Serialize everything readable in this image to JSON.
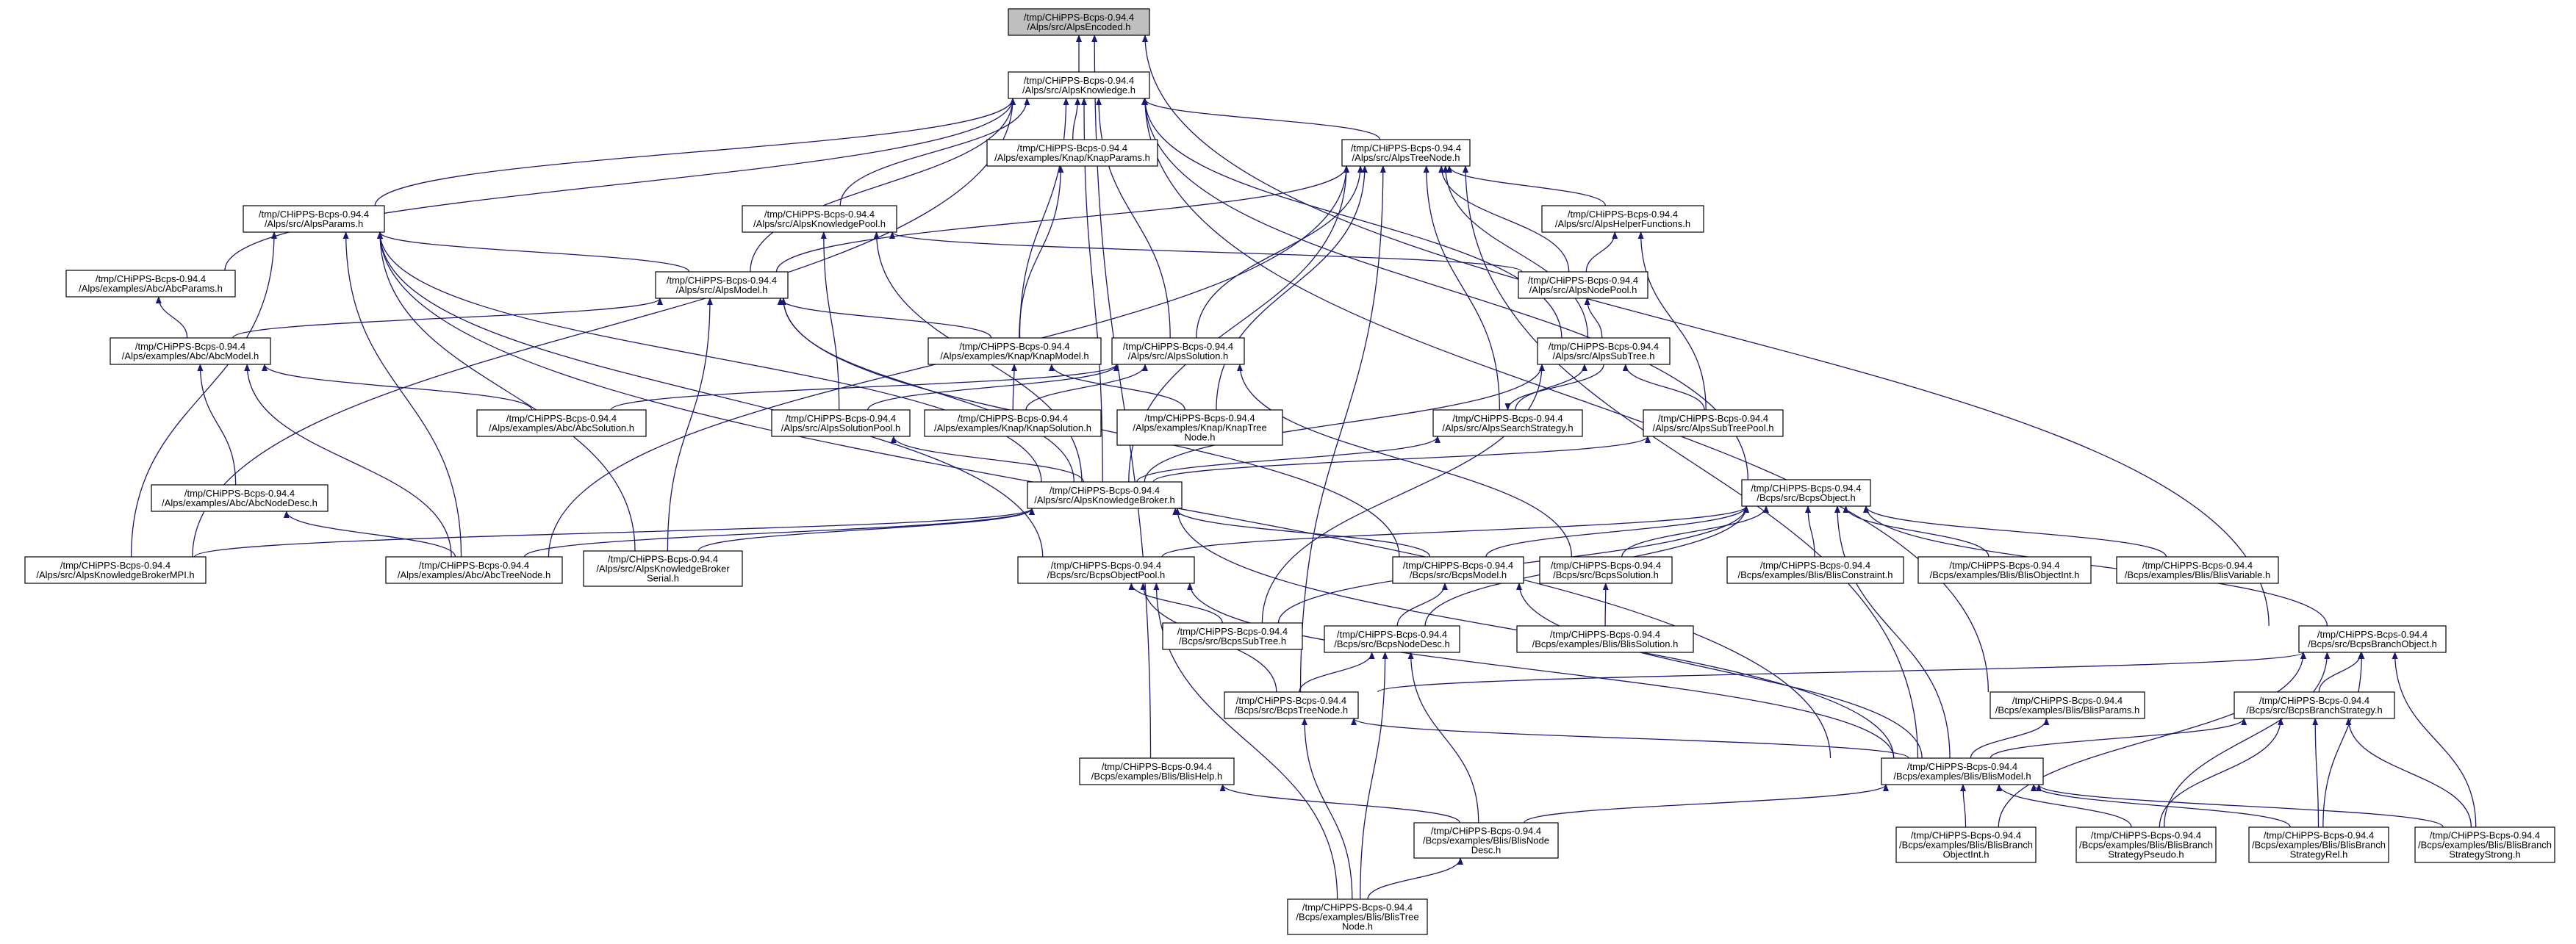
{
  "colors": {
    "edge": "#191970",
    "root_fill": "#bfbfbf",
    "node_fill": "#ffffff",
    "border": "#000000"
  },
  "nodes": [
    {
      "id": "AlpsEncoded",
      "lines": [
        "/tmp/CHiPPS-Bcps-0.94.4",
        "/Alps/src/AlpsEncoded.h"
      ],
      "root": true
    },
    {
      "id": "AlpsKnowledge",
      "lines": [
        "/tmp/CHiPPS-Bcps-0.94.4",
        "/Alps/src/AlpsKnowledge.h"
      ]
    },
    {
      "id": "KnapParams",
      "lines": [
        "/tmp/CHiPPS-Bcps-0.94.4",
        "/Alps/examples/Knap/KnapParams.h"
      ]
    },
    {
      "id": "AlpsTreeNode",
      "lines": [
        "/tmp/CHiPPS-Bcps-0.94.4",
        "/Alps/src/AlpsTreeNode.h"
      ]
    },
    {
      "id": "AlpsParams",
      "lines": [
        "/tmp/CHiPPS-Bcps-0.94.4",
        "/Alps/src/AlpsParams.h"
      ]
    },
    {
      "id": "AlpsKnowledgePool",
      "lines": [
        "/tmp/CHiPPS-Bcps-0.94.4",
        "/Alps/src/AlpsKnowledgePool.h"
      ]
    },
    {
      "id": "AlpsHelperFunctions",
      "lines": [
        "/tmp/CHiPPS-Bcps-0.94.4",
        "/Alps/src/AlpsHelperFunctions.h"
      ]
    },
    {
      "id": "AbcParams",
      "lines": [
        "/tmp/CHiPPS-Bcps-0.94.4",
        "/Alps/examples/Abc/AbcParams.h"
      ]
    },
    {
      "id": "AlpsModel",
      "lines": [
        "/tmp/CHiPPS-Bcps-0.94.4",
        "/Alps/src/AlpsModel.h"
      ]
    },
    {
      "id": "AlpsNodePool",
      "lines": [
        "/tmp/CHiPPS-Bcps-0.94.4",
        "/Alps/src/AlpsNodePool.h"
      ]
    },
    {
      "id": "AbcModel",
      "lines": [
        "/tmp/CHiPPS-Bcps-0.94.4",
        "/Alps/examples/Abc/AbcModel.h"
      ]
    },
    {
      "id": "KnapModel",
      "lines": [
        "/tmp/CHiPPS-Bcps-0.94.4",
        "/Alps/examples/Knap/KnapModel.h"
      ]
    },
    {
      "id": "AlpsSolution",
      "lines": [
        "/tmp/CHiPPS-Bcps-0.94.4",
        "/Alps/src/AlpsSolution.h"
      ]
    },
    {
      "id": "AlpsSubTree",
      "lines": [
        "/tmp/CHiPPS-Bcps-0.94.4",
        "/Alps/src/AlpsSubTree.h"
      ]
    },
    {
      "id": "AbcSolution",
      "lines": [
        "/tmp/CHiPPS-Bcps-0.94.4",
        "/Alps/examples/Abc/AbcSolution.h"
      ]
    },
    {
      "id": "AlpsSolutionPool",
      "lines": [
        "/tmp/CHiPPS-Bcps-0.94.4",
        "/Alps/src/AlpsSolutionPool.h"
      ]
    },
    {
      "id": "KnapSolution",
      "lines": [
        "/tmp/CHiPPS-Bcps-0.94.4",
        "/Alps/examples/Knap/KnapSolution.h"
      ]
    },
    {
      "id": "KnapTreeNode",
      "lines": [
        "/tmp/CHiPPS-Bcps-0.94.4",
        "/Alps/examples/Knap/KnapTree",
        "Node.h"
      ]
    },
    {
      "id": "AlpsSearchStrategy",
      "lines": [
        "/tmp/CHiPPS-Bcps-0.94.4",
        "/Alps/src/AlpsSearchStrategy.h"
      ]
    },
    {
      "id": "AlpsSubTreePool",
      "lines": [
        "/tmp/CHiPPS-Bcps-0.94.4",
        "/Alps/src/AlpsSubTreePool.h"
      ]
    },
    {
      "id": "AbcNodeDesc",
      "lines": [
        "/tmp/CHiPPS-Bcps-0.94.4",
        "/Alps/examples/Abc/AbcNodeDesc.h"
      ]
    },
    {
      "id": "AlpsKnowledgeBroker",
      "lines": [
        "/tmp/CHiPPS-Bcps-0.94.4",
        "/Alps/src/AlpsKnowledgeBroker.h"
      ]
    },
    {
      "id": "BcpsObject",
      "lines": [
        "/tmp/CHiPPS-Bcps-0.94.4",
        "/Bcps/src/BcpsObject.h"
      ]
    },
    {
      "id": "AlpsKnowledgeBrokerMPI",
      "lines": [
        "/tmp/CHiPPS-Bcps-0.94.4",
        "/Alps/src/AlpsKnowledgeBrokerMPI.h"
      ]
    },
    {
      "id": "AbcTreeNode",
      "lines": [
        "/tmp/CHiPPS-Bcps-0.94.4",
        "/Alps/examples/Abc/AbcTreeNode.h"
      ]
    },
    {
      "id": "AlpsKnowledgeBrokerSerial",
      "lines": [
        "/tmp/CHiPPS-Bcps-0.94.4",
        "/Alps/src/AlpsKnowledgeBroker",
        "Serial.h"
      ]
    },
    {
      "id": "BcpsObjectPool",
      "lines": [
        "/tmp/CHiPPS-Bcps-0.94.4",
        "/Bcps/src/BcpsObjectPool.h"
      ]
    },
    {
      "id": "BcpsModel",
      "lines": [
        "/tmp/CHiPPS-Bcps-0.94.4",
        "/Bcps/src/BcpsModel.h"
      ]
    },
    {
      "id": "BcpsSolution",
      "lines": [
        "/tmp/CHiPPS-Bcps-0.94.4",
        "/Bcps/src/BcpsSolution.h"
      ]
    },
    {
      "id": "BlisConstraint",
      "lines": [
        "/tmp/CHiPPS-Bcps-0.94.4",
        "/Bcps/examples/Blis/BlisConstraint.h"
      ]
    },
    {
      "id": "BlisObjectInt",
      "lines": [
        "/tmp/CHiPPS-Bcps-0.94.4",
        "/Bcps/examples/Blis/BlisObjectInt.h"
      ]
    },
    {
      "id": "BlisVariable",
      "lines": [
        "/tmp/CHiPPS-Bcps-0.94.4",
        "/Bcps/examples/Blis/BlisVariable.h"
      ]
    },
    {
      "id": "BcpsSubTree",
      "lines": [
        "/tmp/CHiPPS-Bcps-0.94.4",
        "/Bcps/src/BcpsSubTree.h"
      ]
    },
    {
      "id": "BcpsNodeDesc",
      "lines": [
        "/tmp/CHiPPS-Bcps-0.94.4",
        "/Bcps/src/BcpsNodeDesc.h"
      ]
    },
    {
      "id": "BlisSolution",
      "lines": [
        "/tmp/CHiPPS-Bcps-0.94.4",
        "/Bcps/examples/Blis/BlisSolution.h"
      ]
    },
    {
      "id": "BcpsBranchObject",
      "lines": [
        "/tmp/CHiPPS-Bcps-0.94.4",
        "/Bcps/src/BcpsBranchObject.h"
      ]
    },
    {
      "id": "BcpsTreeNode",
      "lines": [
        "/tmp/CHiPPS-Bcps-0.94.4",
        "/Bcps/src/BcpsTreeNode.h"
      ]
    },
    {
      "id": "BlisParams",
      "lines": [
        "/tmp/CHiPPS-Bcps-0.94.4",
        "/Bcps/examples/Blis/BlisParams.h"
      ]
    },
    {
      "id": "BcpsBranchStrategy",
      "lines": [
        "/tmp/CHiPPS-Bcps-0.94.4",
        "/Bcps/src/BcpsBranchStrategy.h"
      ]
    },
    {
      "id": "BlisHelp",
      "lines": [
        "/tmp/CHiPPS-Bcps-0.94.4",
        "/Bcps/examples/Blis/BlisHelp.h"
      ]
    },
    {
      "id": "BlisModel",
      "lines": [
        "/tmp/CHiPPS-Bcps-0.94.4",
        "/Bcps/examples/Blis/BlisModel.h"
      ]
    },
    {
      "id": "BlisNodeDesc",
      "lines": [
        "/tmp/CHiPPS-Bcps-0.94.4",
        "/Bcps/examples/Blis/BlisNode",
        "Desc.h"
      ]
    },
    {
      "id": "BlisBranchObjectInt",
      "lines": [
        "/tmp/CHiPPS-Bcps-0.94.4",
        "/Bcps/examples/Blis/BlisBranch",
        "ObjectInt.h"
      ]
    },
    {
      "id": "BlisBranchStrategyPseudo",
      "lines": [
        "/tmp/CHiPPS-Bcps-0.94.4",
        "/Bcps/examples/Blis/BlisBranch",
        "StrategyPseudo.h"
      ]
    },
    {
      "id": "BlisBranchStrategyRel",
      "lines": [
        "/tmp/CHiPPS-Bcps-0.94.4",
        "/Bcps/examples/Blis/BlisBranch",
        "StrategyRel.h"
      ]
    },
    {
      "id": "BlisBranchStrategyStrong",
      "lines": [
        "/tmp/CHiPPS-Bcps-0.94.4",
        "/Bcps/examples/Blis/BlisBranch",
        "StrategyStrong.h"
      ]
    },
    {
      "id": "BlisTreeNode",
      "lines": [
        "/tmp/CHiPPS-Bcps-0.94.4",
        "/Bcps/examples/Blis/BlisTree",
        "Node.h"
      ]
    }
  ],
  "edges": [
    [
      "AlpsKnowledge",
      "AlpsEncoded"
    ],
    [
      "AlpsTreeNode",
      "AlpsKnowledge"
    ],
    [
      "AlpsParams",
      "AlpsKnowledge"
    ],
    [
      "AlpsKnowledgePool",
      "AlpsKnowledge"
    ],
    [
      "KnapParams",
      "AlpsKnowledge"
    ],
    [
      "AbcParams",
      "AlpsKnowledge"
    ],
    [
      "AlpsModel",
      "AlpsKnowledge"
    ],
    [
      "KnapModel",
      "AlpsKnowledge"
    ],
    [
      "AlpsSolution",
      "AlpsKnowledge"
    ],
    [
      "AlpsSubTree",
      "AlpsKnowledge"
    ],
    [
      "AlpsKnowledgeBroker",
      "AlpsKnowledge"
    ],
    [
      "AlpsKnowledgeBrokerMPI",
      "AlpsKnowledge"
    ],
    [
      "BcpsObject",
      "AlpsKnowledge"
    ],
    [
      "BlisParams",
      "AlpsKnowledge"
    ],
    [
      "AlpsNodePool",
      "AlpsKnowledgePool"
    ],
    [
      "AlpsSolutionPool",
      "AlpsKnowledgePool"
    ],
    [
      "AlpsKnowledgeBroker",
      "AlpsKnowledgePool"
    ],
    [
      "AlpsModel",
      "AlpsParams"
    ],
    [
      "AlpsKnowledgeBroker",
      "AlpsParams"
    ],
    [
      "AlpsKnowledgeBrokerMPI",
      "AlpsParams"
    ],
    [
      "AlpsKnowledgeBrokerSerial",
      "AlpsParams"
    ],
    [
      "AbcTreeNode",
      "AlpsParams"
    ],
    [
      "BcpsObjectPool",
      "AlpsParams"
    ],
    [
      "BlisModel",
      "AlpsParams"
    ],
    [
      "KnapModel",
      "KnapParams"
    ],
    [
      "AlpsModel",
      "AlpsTreeNode"
    ],
    [
      "AlpsSolution",
      "AlpsTreeNode"
    ],
    [
      "AlpsHelperFunctions",
      "AlpsTreeNode"
    ],
    [
      "AlpsNodePool",
      "AlpsTreeNode"
    ],
    [
      "AlpsSubTree",
      "AlpsTreeNode"
    ],
    [
      "AlpsSearchStrategy",
      "AlpsTreeNode"
    ],
    [
      "KnapTreeNode",
      "AlpsTreeNode"
    ],
    [
      "AlpsKnowledgeBroker",
      "AlpsTreeNode"
    ],
    [
      "AbcTreeNode",
      "AlpsTreeNode"
    ],
    [
      "BcpsTreeNode",
      "AlpsTreeNode"
    ],
    [
      "BlisModel",
      "AlpsTreeNode"
    ],
    [
      "AlpsNodePool",
      "AlpsHelperFunctions"
    ],
    [
      "AlpsSubTreePool",
      "AlpsHelperFunctions"
    ],
    [
      "AbcModel",
      "AbcParams"
    ],
    [
      "AbcModel",
      "AlpsModel"
    ],
    [
      "KnapModel",
      "AlpsModel"
    ],
    [
      "AlpsKnowledgeBroker",
      "AlpsModel"
    ],
    [
      "AlpsKnowledgeBrokerSerial",
      "AlpsModel"
    ],
    [
      "BcpsModel",
      "AlpsModel"
    ],
    [
      "AlpsSubTree",
      "AlpsNodePool"
    ],
    [
      "AbcSolution",
      "AbcModel"
    ],
    [
      "AbcNodeDesc",
      "AbcModel"
    ],
    [
      "AbcTreeNode",
      "AbcModel"
    ],
    [
      "KnapSolution",
      "KnapModel"
    ],
    [
      "KnapTreeNode",
      "KnapModel"
    ],
    [
      "AbcSolution",
      "AlpsSolution"
    ],
    [
      "AlpsSolutionPool",
      "AlpsSolution"
    ],
    [
      "KnapSolution",
      "AlpsSolution"
    ],
    [
      "BcpsSolution",
      "AlpsSolution"
    ],
    [
      "AlpsSearchStrategy",
      "AlpsSubTree"
    ],
    [
      "AlpsSubTreePool",
      "AlpsSubTree"
    ],
    [
      "AlpsKnowledgeBroker",
      "AlpsSubTree"
    ],
    [
      "BcpsSubTree",
      "AlpsSubTree"
    ],
    [
      "AlpsSubTree",
      "AlpsSearchStrategy"
    ],
    [
      "AlpsKnowledgeBroker",
      "AlpsSearchStrategy"
    ],
    [
      "AlpsKnowledgeBroker",
      "AlpsSolutionPool"
    ],
    [
      "AlpsKnowledgeBroker",
      "AlpsSubTreePool"
    ],
    [
      "AbcTreeNode",
      "AbcNodeDesc"
    ],
    [
      "AlpsKnowledgeBrokerMPI",
      "AlpsKnowledgeBroker"
    ],
    [
      "AbcTreeNode",
      "AlpsKnowledgeBroker"
    ],
    [
      "AlpsKnowledgeBrokerSerial",
      "AlpsKnowledgeBroker"
    ],
    [
      "BcpsModel",
      "AlpsKnowledgeBroker"
    ],
    [
      "BlisModel",
      "AlpsKnowledgeBroker"
    ],
    [
      "BcpsObjectPool",
      "BcpsObject"
    ],
    [
      "BcpsModel",
      "BcpsObject"
    ],
    [
      "BcpsSolution",
      "BcpsObject"
    ],
    [
      "BlisConstraint",
      "BcpsObject"
    ],
    [
      "BlisObjectInt",
      "BcpsObject"
    ],
    [
      "BlisVariable",
      "BcpsObject"
    ],
    [
      "BcpsBranchObject",
      "BcpsObject"
    ],
    [
      "BcpsNodeDesc",
      "BcpsObject"
    ],
    [
      "BcpsSubTree",
      "BcpsObject"
    ],
    [
      "BlisModel",
      "BcpsObject"
    ],
    [
      "BcpsSubTree",
      "BcpsObjectPool"
    ],
    [
      "BcpsTreeNode",
      "BcpsObjectPool"
    ],
    [
      "BlisModel",
      "BcpsObjectPool"
    ],
    [
      "BlisTreeNode",
      "BcpsObjectPool"
    ],
    [
      "BcpsNodeDesc",
      "BcpsModel"
    ],
    [
      "BlisModel",
      "BcpsModel"
    ],
    [
      "BlisSolution",
      "BcpsSolution"
    ],
    [
      "BcpsTreeNode",
      "BcpsNodeDesc"
    ],
    [
      "BlisNodeDesc",
      "BcpsNodeDesc"
    ],
    [
      "BlisTreeNode",
      "BcpsNodeDesc"
    ],
    [
      "BcpsBranchStrategy",
      "BcpsBranchObject"
    ],
    [
      "BcpsTreeNode",
      "BcpsBranchObject"
    ],
    [
      "BlisBranchObjectInt",
      "BcpsBranchObject"
    ],
    [
      "BlisBranchStrategyPseudo",
      "BcpsBranchObject"
    ],
    [
      "BlisBranchStrategyRel",
      "BcpsBranchObject"
    ],
    [
      "BlisBranchStrategyStrong",
      "BcpsBranchObject"
    ],
    [
      "BcpsBranchObject",
      "AlpsEncoded"
    ],
    [
      "BlisModel",
      "BcpsTreeNode"
    ],
    [
      "BlisTreeNode",
      "BcpsTreeNode"
    ],
    [
      "BlisModel",
      "BlisParams"
    ],
    [
      "BlisModel",
      "BcpsBranchStrategy"
    ],
    [
      "BlisBranchStrategyPseudo",
      "BcpsBranchStrategy"
    ],
    [
      "BlisBranchStrategyRel",
      "BcpsBranchStrategy"
    ],
    [
      "BlisBranchStrategyStrong",
      "BcpsBranchStrategy"
    ],
    [
      "BlisHelp",
      "AlpsEncoded"
    ],
    [
      "BlisNodeDesc",
      "BlisHelp"
    ],
    [
      "BlisNodeDesc",
      "BlisModel"
    ],
    [
      "BlisBranchObjectInt",
      "BlisModel"
    ],
    [
      "BlisBranchStrategyPseudo",
      "BlisModel"
    ],
    [
      "BlisBranchStrategyRel",
      "BlisModel"
    ],
    [
      "BlisBranchStrategyStrong",
      "BlisModel"
    ],
    [
      "BlisTreeNode",
      "BlisNodeDesc"
    ]
  ]
}
